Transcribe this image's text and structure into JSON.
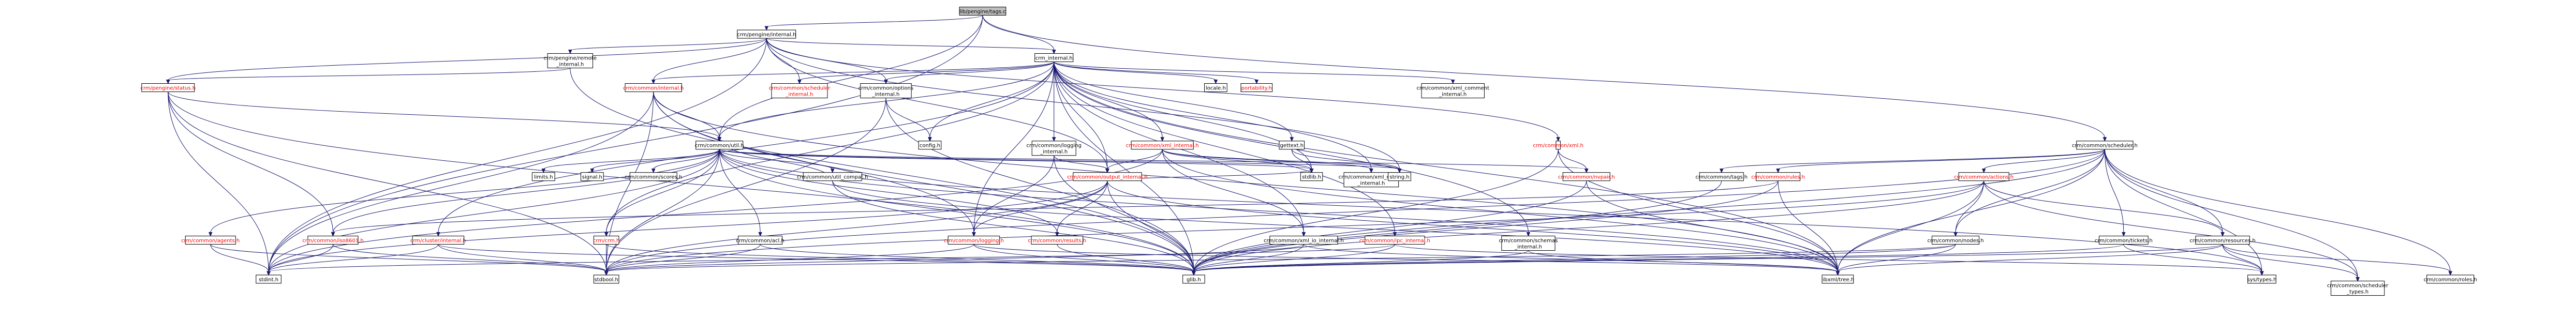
{
  "colors": {
    "edge": "#191970",
    "root_fill": "#bfbfbf",
    "node_fill": "#ffffff",
    "text_black": "#000000",
    "text_red": "#ff0000"
  },
  "nodes": [
    {
      "id": "pengine_tags",
      "label": "lib/pengine/tags.c",
      "style": "root"
    },
    {
      "id": "pengine_internal",
      "label": "crm/pengine/internal.h",
      "style": "normal"
    },
    {
      "id": "crm_internal",
      "label": "crm_internal.h",
      "style": "normal"
    },
    {
      "id": "pengine_remote",
      "label": "crm/pengine/remote\n_internal.h",
      "style": "normal"
    },
    {
      "id": "pengine_status",
      "label": "crm/pengine/status.h",
      "style": "link"
    },
    {
      "id": "common_internal",
      "label": "crm/common/internal.h",
      "style": "link"
    },
    {
      "id": "scheduler_internal",
      "label": "crm/common/scheduler\n_internal.h",
      "style": "link"
    },
    {
      "id": "options_internal",
      "label": "crm/common/options\n_internal.h",
      "style": "normal"
    },
    {
      "id": "locale",
      "label": "locale.h",
      "style": "normal"
    },
    {
      "id": "portability",
      "label": "portability.h",
      "style": "link"
    },
    {
      "id": "xml_internal",
      "label": "crm/common/xml_internal.h",
      "style": "link"
    },
    {
      "id": "xml_comment",
      "label": "crm/common/xml_comment\n_internal.h",
      "style": "normal"
    },
    {
      "id": "common_xml",
      "label": "crm/common/xml.h",
      "style": "link"
    },
    {
      "id": "common_scheduler",
      "label": "crm/common/scheduler.h",
      "style": "normal"
    },
    {
      "id": "common_util",
      "label": "crm/common/util.h",
      "style": "normal"
    },
    {
      "id": "config",
      "label": "config.h",
      "style": "normal"
    },
    {
      "id": "logging_internal",
      "label": "crm/common/logging\n_internal.h",
      "style": "normal"
    },
    {
      "id": "gettext",
      "label": "gettext.h",
      "style": "normal"
    },
    {
      "id": "output_internal",
      "label": "crm/common/output_internal.h",
      "style": "link"
    },
    {
      "id": "stdlib",
      "label": "stdlib.h",
      "style": "normal"
    },
    {
      "id": "xml_names",
      "label": "crm/common/xml_names\n_internal.h",
      "style": "normal"
    },
    {
      "id": "string",
      "label": "string.h",
      "style": "normal"
    },
    {
      "id": "nvpair",
      "label": "crm/common/nvpair.h",
      "style": "link"
    },
    {
      "id": "common_tags",
      "label": "crm/common/tags.h",
      "style": "normal"
    },
    {
      "id": "common_rules",
      "label": "crm/common/rules.h",
      "style": "link"
    },
    {
      "id": "common_actions",
      "label": "crm/common/actions.h",
      "style": "link"
    },
    {
      "id": "limits",
      "label": "limits.h",
      "style": "normal"
    },
    {
      "id": "signal",
      "label": "signal.h",
      "style": "normal"
    },
    {
      "id": "common_scores",
      "label": "crm/common/scores.h",
      "style": "normal"
    },
    {
      "id": "util_compat",
      "label": "crm/common/util_compat.h",
      "style": "normal"
    },
    {
      "id": "common_agents",
      "label": "crm/common/agents.h",
      "style": "link"
    },
    {
      "id": "iso8601",
      "label": "crm/common/iso8601.h",
      "style": "link"
    },
    {
      "id": "cluster_internal",
      "label": "crm/cluster/internal.h",
      "style": "link"
    },
    {
      "id": "crm_h",
      "label": "crm/crm.h",
      "style": "link"
    },
    {
      "id": "common_acl",
      "label": "crm/common/acl.h",
      "style": "normal"
    },
    {
      "id": "common_logging",
      "label": "crm/common/logging.h",
      "style": "link"
    },
    {
      "id": "common_results",
      "label": "crm/common/results.h",
      "style": "link"
    },
    {
      "id": "xml_io_internal",
      "label": "crm/common/xml_io_internal.h",
      "style": "normal"
    },
    {
      "id": "ipc_internal",
      "label": "crm/common/ipc_internal.h",
      "style": "link"
    },
    {
      "id": "schemas_internal",
      "label": "crm/common/schemas\n_internal.h",
      "style": "normal"
    },
    {
      "id": "common_nodes",
      "label": "crm/common/nodes.h",
      "style": "normal"
    },
    {
      "id": "common_tickets",
      "label": "crm/common/tickets.h",
      "style": "normal"
    },
    {
      "id": "common_resources",
      "label": "crm/common/resources.h",
      "style": "normal"
    },
    {
      "id": "stdint",
      "label": "stdint.h",
      "style": "normal"
    },
    {
      "id": "stdbool",
      "label": "stdbool.h",
      "style": "normal"
    },
    {
      "id": "glib",
      "label": "glib.h",
      "style": "normal"
    },
    {
      "id": "libxml_tree",
      "label": "libxml/tree.h",
      "style": "normal"
    },
    {
      "id": "sys_types",
      "label": "sys/types.h",
      "style": "normal"
    },
    {
      "id": "scheduler_types",
      "label": "crm/common/scheduler\n_types.h",
      "style": "normal"
    },
    {
      "id": "common_roles",
      "label": "crm/common/roles.h",
      "style": "normal"
    }
  ]
}
